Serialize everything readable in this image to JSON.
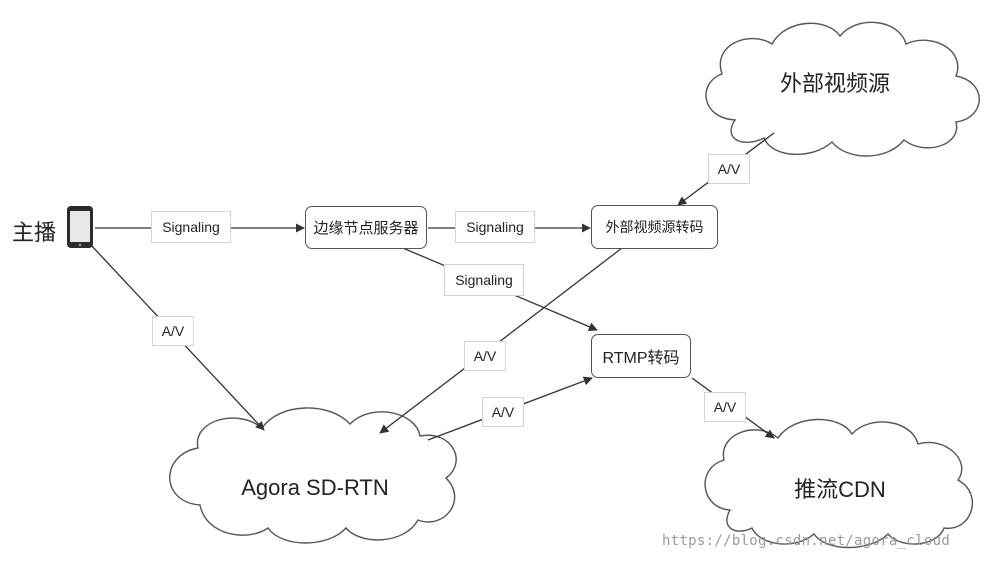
{
  "broadcaster": {
    "label": "主播",
    "icon": "smartphone-icon"
  },
  "nodes": {
    "edge_server": "边缘节点服务器",
    "ext_transcode": "外部视频源转码",
    "rtmp_transcode": "RTMP转码"
  },
  "clouds": {
    "external_source": "外部视频源",
    "agora": "Agora SD-RTN",
    "cdn": "推流CDN"
  },
  "edge_labels": {
    "signaling_1": "Signaling",
    "signaling_2": "Signaling",
    "signaling_3": "Signaling",
    "av_phone_agora": "A/V",
    "av_source_transcode": "A/V",
    "av_transcode_agora": "A/V",
    "av_agora_rtmp": "A/V",
    "av_rtmp_cdn": "A/V"
  },
  "watermark": "https://blog.csdn.net/agora_cloud"
}
